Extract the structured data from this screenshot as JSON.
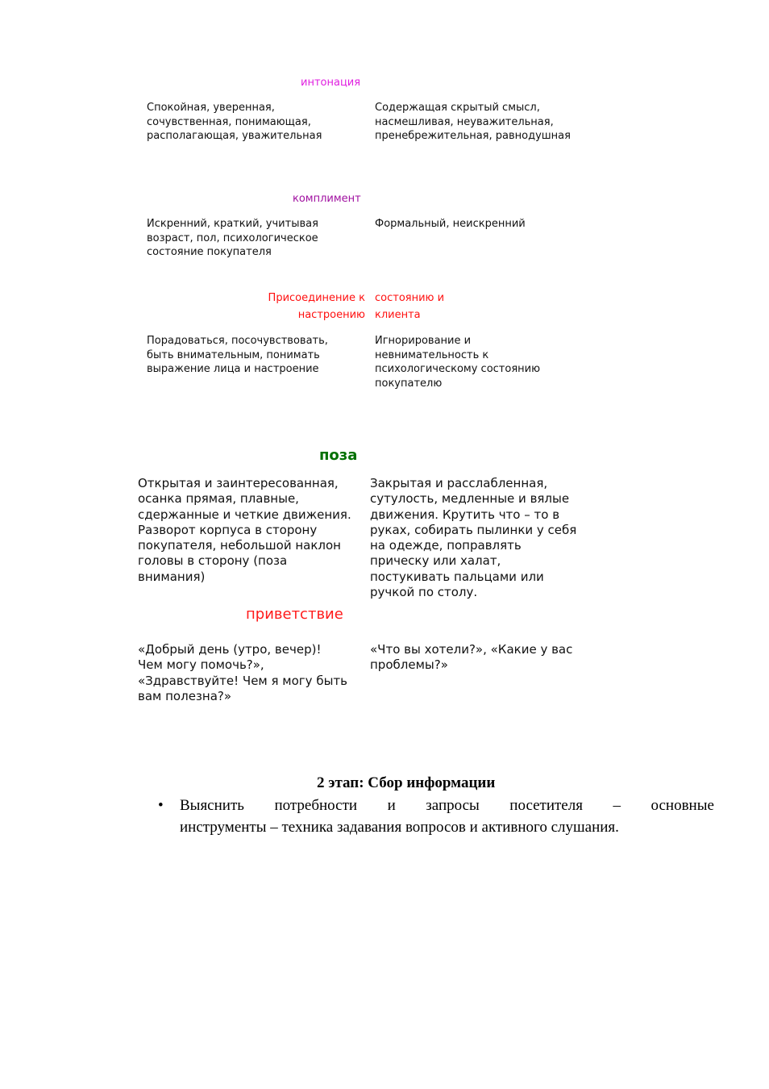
{
  "colors": {
    "intonation": "#e020e0",
    "compliment": "#a010a0",
    "attach": "#ff1010",
    "pose": "#007000",
    "greeting": "#ff1a1a",
    "text": "#111111"
  },
  "sections": {
    "intonation": {
      "title": "интонация",
      "left": "Спокойная, уверенная,\nсочувственная, понимающая,\nрасполагающая, уважительная",
      "right": "Содержащая скрытый смысл,\nнасмешливая, неуважительная,\nпренебрежительная, равнодушная"
    },
    "compliment": {
      "title": "комплимент",
      "left": "Искренний, краткий, учитывая\nвозраст, пол, психологическое\nсостояние покупателя",
      "right": "Формальный, неискренний"
    },
    "attach": {
      "title_left_1": "Присоединение к",
      "title_left_2": "настроению",
      "title_right_1": "состоянию и",
      "title_right_2": "клиента",
      "left": "Порадоваться, посочувствовать,\nбыть внимательным, понимать\nвыражение лица и настроение",
      "right": "Игнорирование и\nневнимательность к\nпсихологическому состоянию\nпокупателю"
    },
    "pose": {
      "title": "поза",
      "left": "Открытая и заинтересованная,\nосанка прямая, плавные,\nсдержанные и четкие движения.\nРазворот корпуса в сторону\nпокупателя, небольшой наклон\nголовы  в сторону (поза\nвнимания)",
      "right": "Закрытая и расслабленная,\nсутулость, медленные и вялые\nдвижения. Крутить что – то в\nруках, собирать пылинки у себя\nна одежде, поправлять\nприческу или халат,\nпостукивать пальцами или\nручкой по столу."
    },
    "greeting": {
      "title": "приветствие",
      "left": "«Добрый день (утро, вечер)!\nЧем могу помочь?»,\n«Здравствуйте! Чем  я могу быть\nвам полезна?»",
      "right": "«Что вы хотели?», «Какие у вас\nпроблемы?»"
    }
  },
  "stage": {
    "title": "2 этап: Сбор информации",
    "bullet": "•",
    "line1_words": [
      "Выяснить",
      "потребности",
      "и",
      "запросы",
      "посетителя",
      "–",
      "основные"
    ],
    "line2": "инструменты – техника задавания вопросов и активного слушания."
  }
}
